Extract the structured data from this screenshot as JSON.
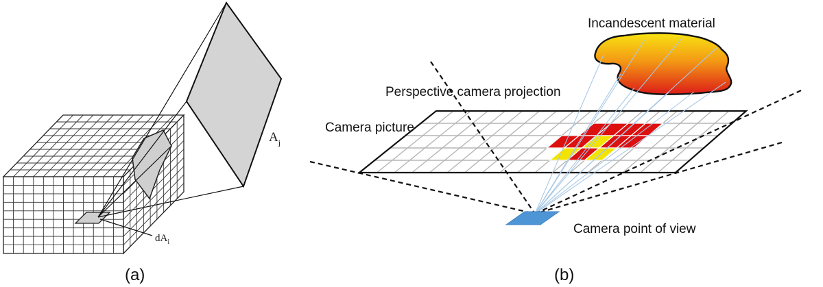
{
  "panel_a": {
    "caption": "(a)",
    "label_aj_main": "A",
    "label_aj_sub": "j",
    "label_dai_main": "dA",
    "label_dai_sub": "i",
    "surface_fill": "#d4d4d4",
    "grid_color": "#333333"
  },
  "panel_b": {
    "caption": "(b)",
    "label_material": "Incandescent material",
    "label_projection": "Perspective camera projection",
    "label_picture": "Camera picture",
    "label_viewpoint": "Camera point of view",
    "colors": {
      "hot_red": "#dd1010",
      "hot_yellow": "#f3e300",
      "viewpoint": "#4e95d6",
      "rays": "#a9c9e6",
      "grid": "#b5b5b5"
    }
  }
}
